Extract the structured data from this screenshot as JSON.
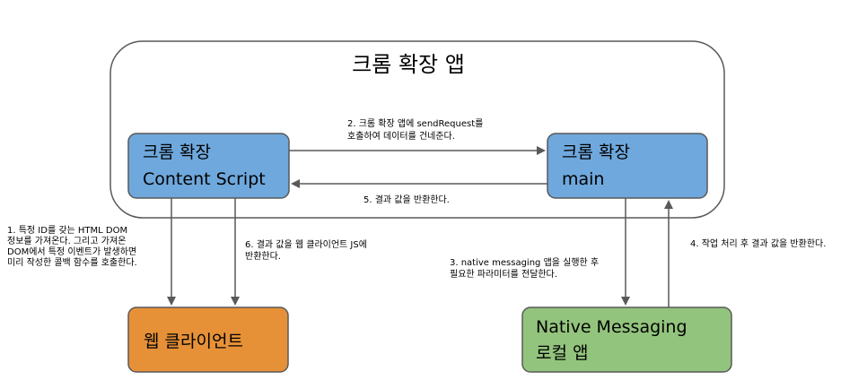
{
  "diagram": {
    "container": {
      "title": "크롬 확장 앱"
    },
    "nodes": {
      "content_script": {
        "line1": "크롬 확장",
        "line2": "Content Script",
        "fill": "#6fa8dc"
      },
      "main": {
        "line1": "크롬 확장",
        "line2": "main",
        "fill": "#6fa8dc"
      },
      "web_client": {
        "line1": "웹 클라이언트",
        "fill": "#e69138"
      },
      "native_app": {
        "line1": "Native Messaging",
        "line2": "로컬 앱",
        "fill": "#93c47d"
      }
    },
    "edges": {
      "step1": {
        "lines": [
          "1. 특정 ID를 갖는 HTML DOM",
          "정보를 가져온다. 그리고 가져온",
          "DOM에서 특정 이벤트가 발생하면",
          "미리 작성한 콜백 함수를 호출한다."
        ]
      },
      "step2": {
        "lines": [
          "2. 크롬 확장 앱에 sendRequest를",
          "호출하여 데이터를 건네준다."
        ]
      },
      "step3": {
        "lines": [
          "3. native messaging 앱을 실행한 후",
          "필요한 파라미터를 전달한다."
        ]
      },
      "step4": {
        "lines": [
          "4. 작업 처리 후 결과 값을 반환한다."
        ]
      },
      "step5": {
        "lines": [
          "5. 결과 값을 반환한다."
        ]
      },
      "step6": {
        "lines": [
          "6. 결과 값을 웹 클라이언트 JS에",
          "반환한다."
        ]
      }
    }
  }
}
